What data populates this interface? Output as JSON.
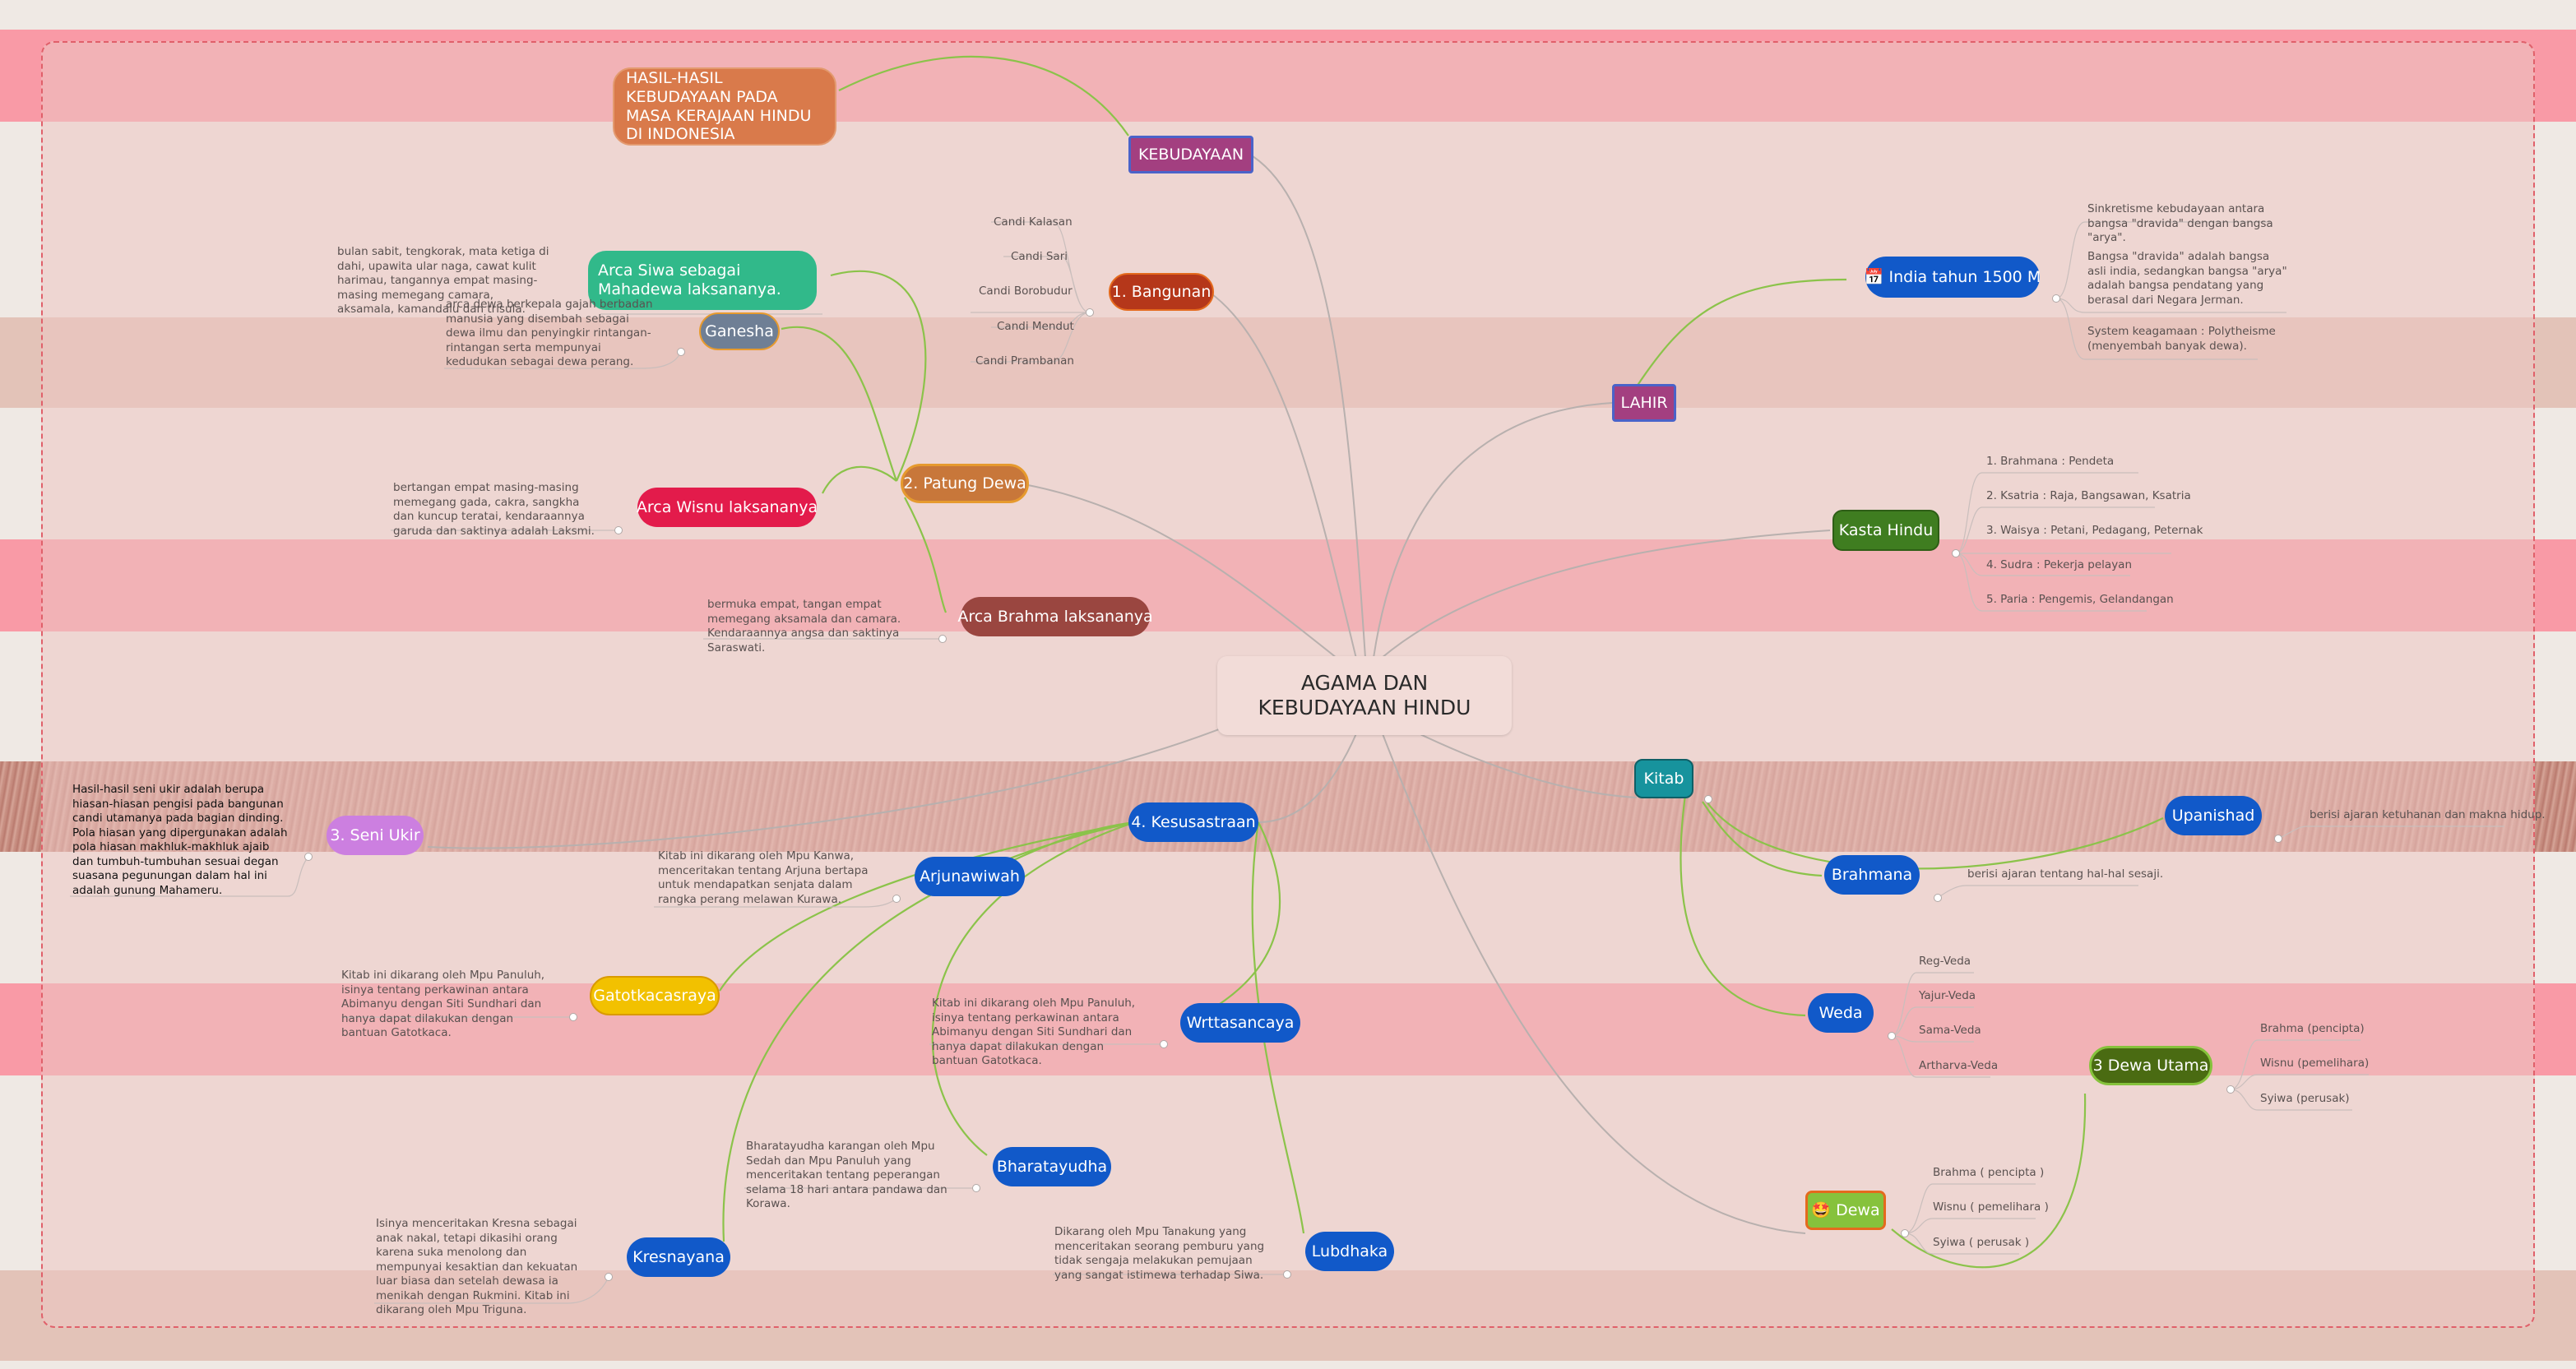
{
  "root": "AGAMA DAN KEBUDAYAAN HINDU",
  "branches": {
    "kebudayaan": "KEBUDAYAAN",
    "hasil": "HASIL-HASIL KEBUDAYAAN PADA MASA KERAJAAN HINDU DI INDONESIA",
    "lahir": "LAHIR",
    "india": "📅 India tahun 1500 M",
    "kasta": "Kasta Hindu",
    "kitab": "Kitab",
    "dewa": "🤩 Dewa",
    "bangunan": "1. Bangunan",
    "patung": "2. Patung Dewa",
    "seniukir": "3. Seni Ukir",
    "kesusastraan": "4. Kesusastraan"
  },
  "nodes": {
    "arcasiwa": "Arca Siwa sebagai Mahadewa laksananya.",
    "ganesha": "Ganesha",
    "arcawisnu": "Arca Wisnu laksananya",
    "arcabrahma": "Arca Brahma laksananya",
    "arjunawiwah": "Arjunawiwah",
    "gatotkacasraya": "Gatotkacasraya",
    "wrttasancaya": "Wrttasancaya",
    "bharatayudha": "Bharatayudha",
    "kresnayana": "Kresnayana",
    "lubdhaka": "Lubdhaka",
    "brahmana": "Brahmana",
    "upanishad": "Upanishad",
    "weda": "Weda",
    "tigadewa": "3 Dewa Utama"
  },
  "leaves": {
    "candi": [
      "Candi Kalasan",
      "Candi Sari",
      "Candi Borobudur",
      "Candi Mendut",
      "Candi Prambanan"
    ],
    "siwa": "bulan sabit, tengkorak, mata ketiga di dahi, upawita ular naga, cawat kulit harimau, tangannya empat masing-masing memegang camara, aksamala, kamandalu dan trisula.",
    "ganesha": "arca dewa berkepala gajah berbadan manusia yang disembah sebagai dewa ilmu dan penyingkir rintangan-rintangan serta mempunyai kedudukan sebagai dewa perang.",
    "wisnu": "bertangan empat masing-masing memegang gada, cakra, sangkha dan kuncup teratai, kendaraannya garuda dan saktinya adalah Laksmi.",
    "brahma": "bermuka empat, tangan empat memegang aksamala dan camara. Kendaraannya angsa dan saktinya Saraswati.",
    "seniukir": "Hasil-hasil seni ukir adalah berupa hiasan-hiasan pengisi pada bangunan candi utamanya pada bagian dinding. Pola hiasan yang dipergunakan adalah pola hiasan makhluk-makhluk ajaib dan tumbuh-tumbuhan sesuai degan suasana pegunungan dalam hal ini adalah gunung Mahameru.",
    "arjunawiwah": "Kitab ini dikarang oleh Mpu Kanwa, menceritakan tentang Arjuna bertapa untuk mendapatkan senjata dalam rangka perang melawan Kurawa.",
    "gatotkacasraya": "Kitab ini dikarang oleh Mpu Panuluh, isinya tentang perkawinan antara Abimanyu dengan Siti Sundhari dan hanya dapat dilakukan dengan bantuan Gatotkaca.",
    "wrttasancaya": "Kitab ini dikarang oleh Mpu Panuluh, isinya tentang perkawinan antara Abimanyu dengan Siti Sundhari dan hanya dapat dilakukan dengan bantuan Gatotkaca.",
    "bharatayudha": "Bharatayudha karangan oleh Mpu Sedah dan Mpu Panuluh yang menceritakan tentang peperangan selama 18 hari antara pandawa dan Korawa.",
    "kresnayana": "Isinya menceritakan Kresna sebagai anak nakal, tetapi dikasihi orang karena suka menolong dan mempunyai kesaktian dan kekuatan luar biasa dan setelah dewasa ia menikah dengan Rukmini. Kitab ini dikarang oleh Mpu Triguna.",
    "lubdhaka": "Dikarang oleh Mpu Tanakung yang menceritakan seorang pemburu yang tidak sengaja melakukan pemujaan yang sangat istimewa terhadap Siwa.",
    "india": [
      "Sinkretisme kebudayaan antara bangsa \"dravida\" dengan bangsa \"arya\".",
      "Bangsa \"dravida\" adalah bangsa asli india, sedangkan bangsa \"arya\" adalah bangsa pendatang yang berasal dari Negara Jerman.",
      "System keagamaan : Polytheisme (menyembah banyak dewa)."
    ],
    "kasta": [
      "1. Brahmana : Pendeta",
      "2. Ksatria : Raja, Bangsawan, Ksatria",
      "3. Waisya : Petani, Pedagang, Peternak",
      "4. Sudra : Pekerja pelayan",
      "5. Paria : Pengemis, Gelandangan"
    ],
    "brahmana": "berisi ajaran tentang hal-hal sesaji.",
    "upanishad": "berisi ajaran ketuhanan dan makna hidup.",
    "weda": [
      "Reg-Veda",
      "Yajur-Veda",
      "Sama-Veda",
      "Artharva-Veda"
    ],
    "tigadewa": [
      "Brahma (pencipta)",
      "Wisnu (pemelihara)",
      "Syiwa (perusak)"
    ],
    "dewa": [
      "Brahma ( pencipta )",
      "Wisnu ( pemelihara )",
      "Syiwa ( perusak )"
    ]
  },
  "colors": {
    "background": "#efe9e4",
    "band_pink": "#f99aa6",
    "band_tan": "#e3c3b8",
    "frame_fill": "#edc6c2",
    "frame_border": "#e0606a",
    "green_line": "#8bc34a",
    "grey_line": "#b8b0ae",
    "orange": "#d97a4b",
    "purple": "#a33f80",
    "blue": "#1159c9",
    "teal": "#31b98a",
    "slate": "#6f7f95",
    "crimson": "#e31b4b",
    "amber": "#c8773a",
    "brown": "#9a4640",
    "rust": "#b5371a",
    "violet": "#cc7fe0",
    "yellow": "#f2c100",
    "darkgreen": "#3f7d20",
    "olive": "#4a6b12",
    "cyan": "#17939d",
    "lime": "#86c23c"
  }
}
